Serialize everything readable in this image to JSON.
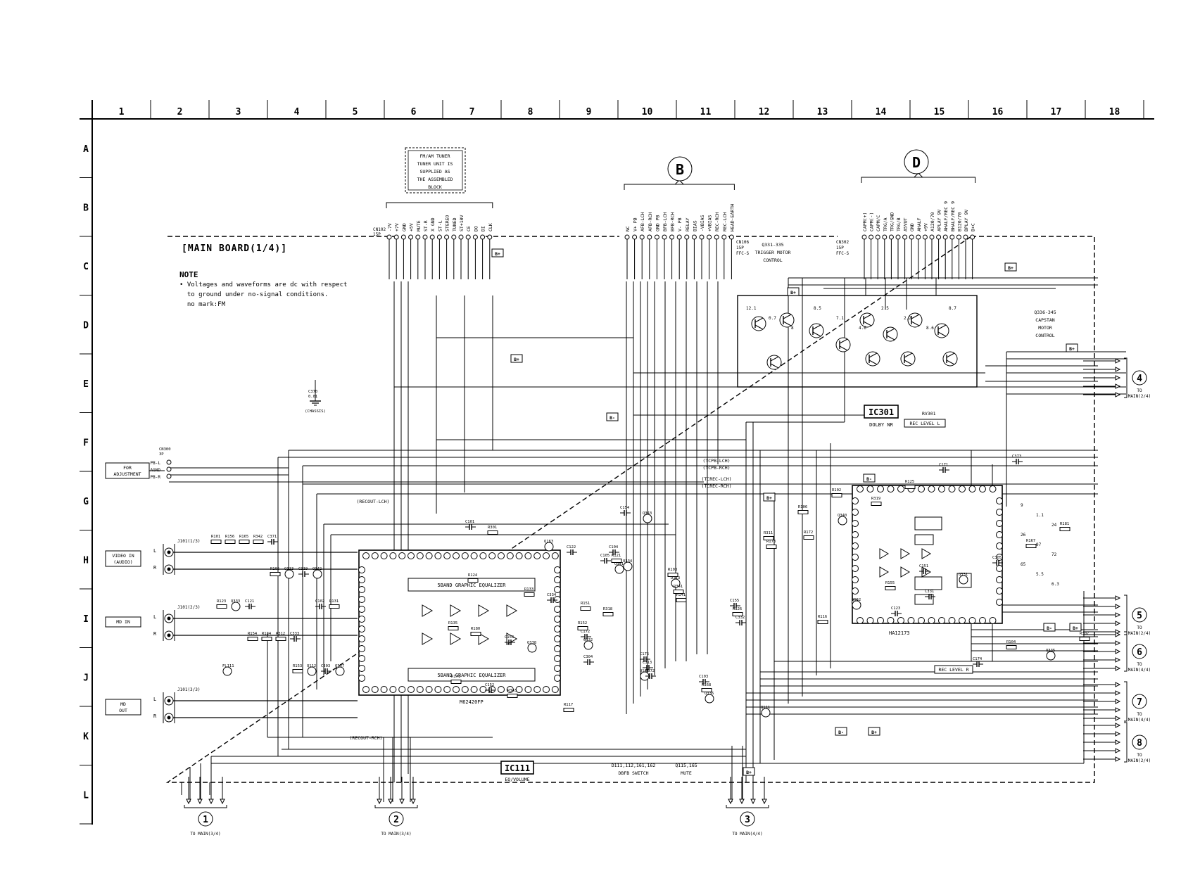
{
  "grid": {
    "columns": [
      "1",
      "2",
      "3",
      "4",
      "5",
      "6",
      "7",
      "8",
      "9",
      "10",
      "11",
      "12",
      "13",
      "14",
      "15",
      "16",
      "17",
      "18"
    ],
    "rows": [
      "A",
      "B",
      "C",
      "D",
      "E",
      "F",
      "G",
      "H",
      "I",
      "J",
      "K",
      "L"
    ]
  },
  "board": {
    "title": "[MAIN BOARD(1/4)]",
    "note_title": "NOTE",
    "note_lines": [
      "• Voltages and waveforms are dc with respect",
      "  to ground under no-signal conditions.",
      "  no mark:FM"
    ]
  },
  "tuner_note": [
    "FM/AM TUNER",
    "TUNER UNIT IS",
    "SUPPLIED AS",
    "THE ASSEMBLED",
    "BLOCK"
  ],
  "connector_letters": {
    "b": "B",
    "d": "D"
  },
  "cn_tuner": {
    "ref": [
      "CN102",
      "15P"
    ],
    "pins": [
      "-7V",
      "+7V",
      "GND",
      "+5V",
      "MUTE",
      "ST-R",
      "X GND",
      "ST-L",
      "STEREO",
      "TUNED",
      "ST+10V",
      "CE",
      "DO",
      "DI",
      "CLK"
    ]
  },
  "cn_b": {
    "ref": [
      "NC"
    ],
    "pins": [
      "NC",
      "V+ PB",
      "AFB-LCH",
      "AFB-RCH",
      "GND PB",
      "BFB-LCH",
      "BFB-RCH",
      "V- PB",
      "RELAY",
      "BIAS",
      "-VBIAS",
      "+VBIAS",
      "REC-RCH",
      "REC-LCH",
      "HEAD-EARTH"
    ],
    "side": [
      "CN106",
      "15P",
      "FFC-S"
    ]
  },
  "cn_d": {
    "ref": [
      "CN302",
      "15P",
      "FFC-S"
    ],
    "pins": [
      "CAPM(+)",
      "CAPM(-)",
      "CAPM/C",
      "TRG/A",
      "TRG/GND",
      "TRG/B",
      "A5VUT",
      "GND",
      "AHALF",
      "+9V",
      "A120/70",
      "APLAY 9V",
      "AHALF/REC 9",
      "BHALF/REC 9",
      "B120/70",
      "BPLAY 9V",
      "B+C"
    ],
    "trigger_label": [
      "Q331-335",
      "TRIGGER MOTOR",
      "CONTROL"
    ]
  },
  "capstan_label": [
    "Q336-345",
    "CAPSTAN",
    "MOTOR",
    "CONTROL"
  ],
  "ic_labels": {
    "ic301": "IC301",
    "ic301_sub": "DOLBY NR",
    "ic111": "IC111",
    "ic111_sub": "EQ/VOLUME",
    "rv301": "RV301",
    "rec_level_l": "REC LEVEL L",
    "rec_level_r": "REC LEVEL R",
    "ic301_part": "HA12173",
    "ic111_part": "M62420FP"
  },
  "inputs": {
    "for_adjustment": [
      "FOR",
      "ADJUSTMENT"
    ],
    "adj_pins": [
      "PB-L",
      "AGND",
      "PB-R"
    ],
    "adj_ref": [
      "CN300",
      "3P"
    ],
    "video_in": [
      "VIDEO IN",
      "(AUDIO)"
    ],
    "md_in": "MD IN",
    "md_out": [
      "MD",
      "OUT"
    ],
    "jack_refs": [
      "J101(1/3)",
      "J101(2/3)",
      "J101(3/3)"
    ],
    "lr": [
      "L",
      "R"
    ]
  },
  "eq_labels": [
    "5BAND GRAPHIC EQUALIZER",
    "5BAND GRAPHIC EQUALIZER"
  ],
  "bottom_labels": {
    "dbfb": [
      "D111,112,161,162",
      "DBFB SWITCH"
    ],
    "mute": [
      "Q115,165",
      "MUTE"
    ]
  },
  "signals": [
    "(RECOUT-LCH)",
    "(RECOUT-RCH)",
    "(TCPB-LCH)",
    "(TCPB-RCH)",
    "(TCREC-LCH)",
    "(TCREC-RCH)"
  ],
  "connectors": [
    {
      "num": "1",
      "to": "TO MAIN(3/4)"
    },
    {
      "num": "2",
      "to": "TO MAIN(3/4)"
    },
    {
      "num": "3",
      "to": "TO MAIN(4/4)"
    },
    {
      "num": "4",
      "to": "TO MAIN(2/4)"
    },
    {
      "num": "5",
      "to": "TO MAIN(2/4)"
    },
    {
      "num": "6",
      "to": "TO MAIN(4/4)"
    },
    {
      "num": "7",
      "to": "TO MAIN(4/4)"
    },
    {
      "num": "8",
      "to": "TO MAIN(2/4)"
    }
  ],
  "parts": [
    "R101",
    "C101",
    "R102",
    "R103",
    "C102",
    "R151",
    "C151",
    "R152",
    "R153",
    "C152",
    "R104",
    "C103",
    "R105",
    "C105",
    "R106",
    "C104",
    "R154",
    "C153",
    "R155",
    "C155",
    "R156",
    "C154",
    "C174",
    "C175",
    "R131",
    "R133",
    "R181",
    "Q111",
    "Q112",
    "Q161",
    "Q162",
    "D113",
    "Q113",
    "Q163",
    "C171",
    "C172",
    "R134",
    "R135",
    "R167",
    "R168",
    "R165",
    "R117",
    "R116",
    "R121",
    "R123",
    "R124",
    "R125",
    "R126",
    "C303",
    "C304",
    "C305",
    "C313",
    "C319",
    "R301",
    "R307",
    "R311",
    "R312",
    "R318",
    "R319",
    "R341",
    "R342",
    "R343",
    "Q331",
    "Q332",
    "Q333",
    "Q334",
    "Q335",
    "Q336",
    "Q337",
    "Q338",
    "Q340",
    "Q341",
    "Q342",
    "Q343",
    "C331",
    "C332",
    "C333",
    "C334",
    "C373",
    "C372",
    "C371",
    "R171",
    "R172",
    "R173",
    "C121",
    "C122",
    "C123",
    "R141",
    "FL111",
    "R180"
  ],
  "voltages": [
    "12.1",
    "0.7",
    "8",
    "8.5",
    "7.1",
    "4.6",
    "2.5",
    "2.2",
    "8.6",
    "8.7",
    "9",
    "1.1",
    "24",
    "26",
    "97",
    "72",
    "65",
    "5.5",
    "6.3"
  ],
  "other_marks": [
    "B+",
    "B-",
    "(CHASSIS)",
    "C370",
    "0.01"
  ]
}
